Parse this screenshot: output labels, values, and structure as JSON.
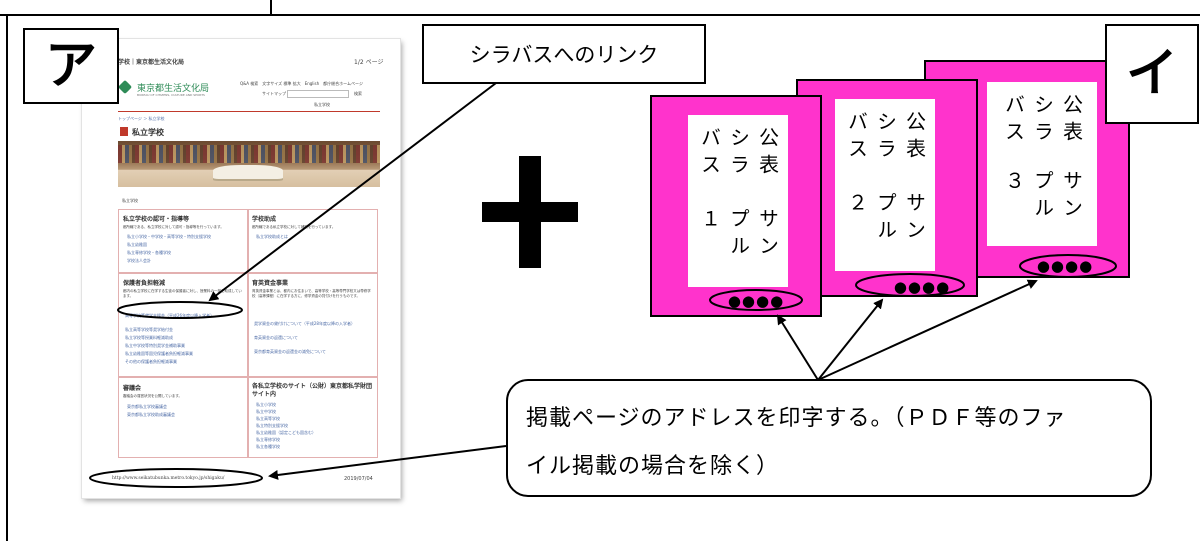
{
  "tags": {
    "left": "ア",
    "right": "イ"
  },
  "plus_sign": "+",
  "callouts": {
    "link": "シラバスへのリンク",
    "address_line1": "掲載ページのアドレスを印字する。（ＰＤＦ等のファ",
    "address_line2": "イル掲載の場合を除く）"
  },
  "webpage": {
    "header_left": "学校｜東京都生活文化局",
    "header_right": "1/2 ページ",
    "logo_text": "東京都生活文化局",
    "logo_sub": "BUREAU OF CITIZENS, CULTURE AND SPORTS",
    "top_links": "Q&A 検索　文字サイズ 標準 拡大　English　都庁総合ホームページ",
    "sitemap": "サイトマップ",
    "search_label": "検索",
    "nav_label": "私立学校",
    "breadcrumb": "トップページ ＞ 私立学校",
    "page_title": "私立学校",
    "section_label": "私立学校",
    "cells": [
      {
        "title": "私立学校の認可・指導等",
        "desc": "都所轄である、私立学校に対して認可・指導等を行っています。",
        "links": [
          "私立小学校・中学校・高等学校・特別支援学校",
          "私立幼稚園",
          "私立専修学校・各種学校",
          "学校法人会計"
        ]
      },
      {
        "title": "学校助成",
        "desc": "都所轄である私立学校に対して補助を行っています。",
        "links": [
          "私立学校助成とは"
        ]
      },
      {
        "title": "保護者負担軽減",
        "desc": "都内の私立学校に在学する生徒の保護者に対し、授業料の一部を助成しています。",
        "links": [
          "高等学校等就学支援金（平成26年度以降入学者）",
          "私立高等学校等奨学給付金",
          "私立学校等授業料軽減助成",
          "私立中学校等特別奨学金補助事業",
          "私立幼稚園等園児保護者負担軽減事業",
          "その他の保護者負担軽減事業"
        ]
      },
      {
        "title": "育英資金事業",
        "desc": "育英資金事業とは、都内にお住まいで、高等学校・高等専門学校又は専修学校（高等課程）に在学する方に、修学資金の貸付けを行うものです。",
        "links": [
          "奨学資金の貸付けについて（平成28年度以降の入学者）",
          "育英資金の返還について",
          "東京都育英資金の返還金の減免について"
        ]
      },
      {
        "title": "審議会",
        "desc": "審議会の運営状況を公開しています。",
        "links": [
          "東京都私立学校審議会",
          "東京都私立学校助成審議会"
        ]
      },
      {
        "title": "各私立学校のサイト（公財）東京都私学財団サイト内",
        "desc": "",
        "links": [
          "私立小学校",
          "私立中学校",
          "私立高等学校",
          "私立特別支援学校",
          "私立幼稚園（認定こども園含む）",
          "私立専修学校",
          "私立各種学校"
        ]
      }
    ],
    "footer_url": "http://www.seikatubunka.metro.tokyo.jp/shigaku/",
    "footer_date": "2019/07/04"
  },
  "docs": [
    {
      "title": "公表シラバス",
      "sample": "サンプル１",
      "dots": "●●●●"
    },
    {
      "title": "公表シラバス",
      "sample": "サンプル２",
      "dots": "●●●●"
    },
    {
      "title": "公表シラバス",
      "sample": "サンプル３",
      "dots": "●●●●"
    }
  ],
  "colors": {
    "document_magenta": "#ff33cc",
    "web_accent_red": "#c0392b",
    "logo_green": "#2e8b57"
  }
}
